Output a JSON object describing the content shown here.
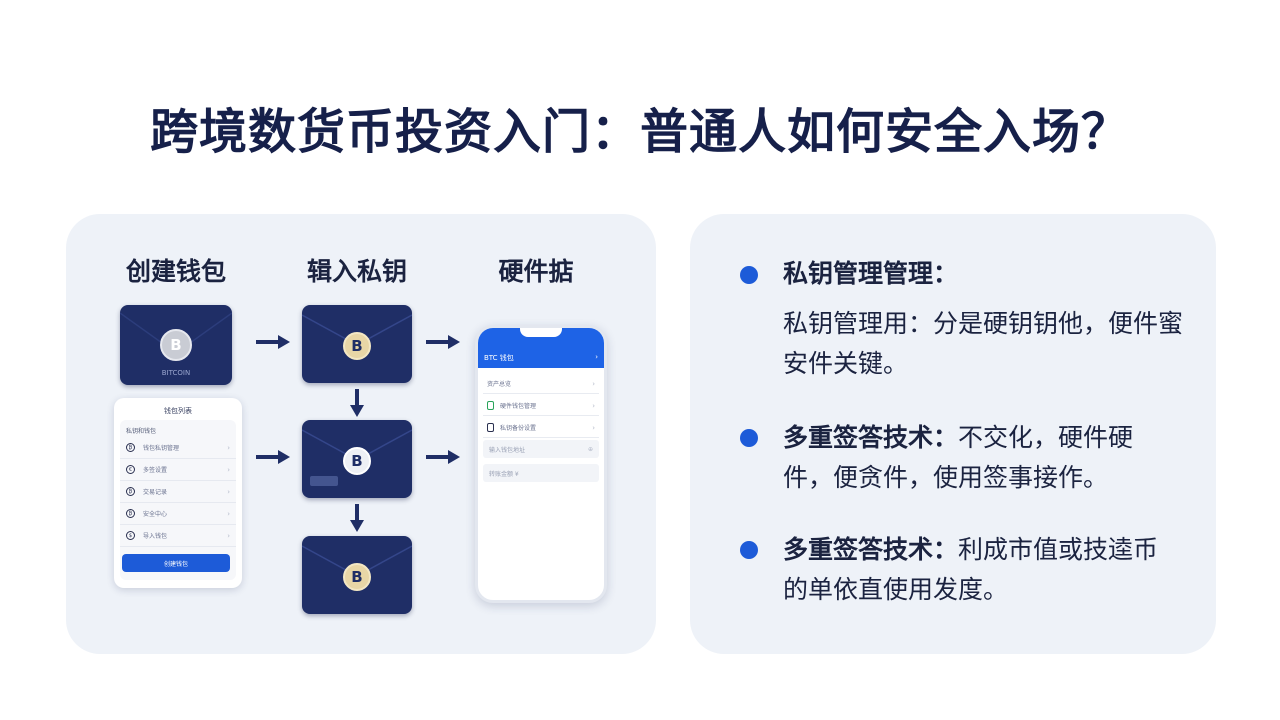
{
  "title": "跨境数货币投资入门：普通人如何安全入场？",
  "flow": {
    "steps": [
      "创建钱包",
      "辑入私钥",
      "硬件掂"
    ],
    "wallet_caption": "BITCOIN",
    "coin_symbol": "B",
    "list_card": {
      "title": "钱包列表",
      "section": "私钥和钱包",
      "rows": [
        "钱包私钥管理",
        "多签设置",
        "交易记录",
        "安全中心",
        "导入钱包"
      ],
      "row_icons": [
        "₿",
        "€",
        "₿",
        "₿",
        "$"
      ],
      "chevron": "›",
      "button": "创建钱包"
    },
    "phone": {
      "header": "BTC 钱包",
      "header_chevron": "›",
      "rows": [
        "资产总览",
        "硬件钱包管理",
        "私钥备份设置"
      ],
      "fields": [
        "输入钱包地址",
        "转账金额  ¥"
      ],
      "field_icon": "⊕",
      "chevron": "›"
    }
  },
  "bullets": [
    {
      "heading": "私钥管理管理：",
      "text": "私钥管理用：分是硬钥钥他，便件蜜安件关键。"
    },
    {
      "heading": "多重签答技术：",
      "text": "不交化，硬件硬件，便贪件，使用签事接作。"
    },
    {
      "heading": "多重签答技术：",
      "text": "利成市值或技逵币的单依直使用发度。"
    }
  ],
  "colors": {
    "accent": "#1d5bd8",
    "wallet": "#1f2e66",
    "title": "#16204a",
    "panel": "#eef2f8"
  }
}
